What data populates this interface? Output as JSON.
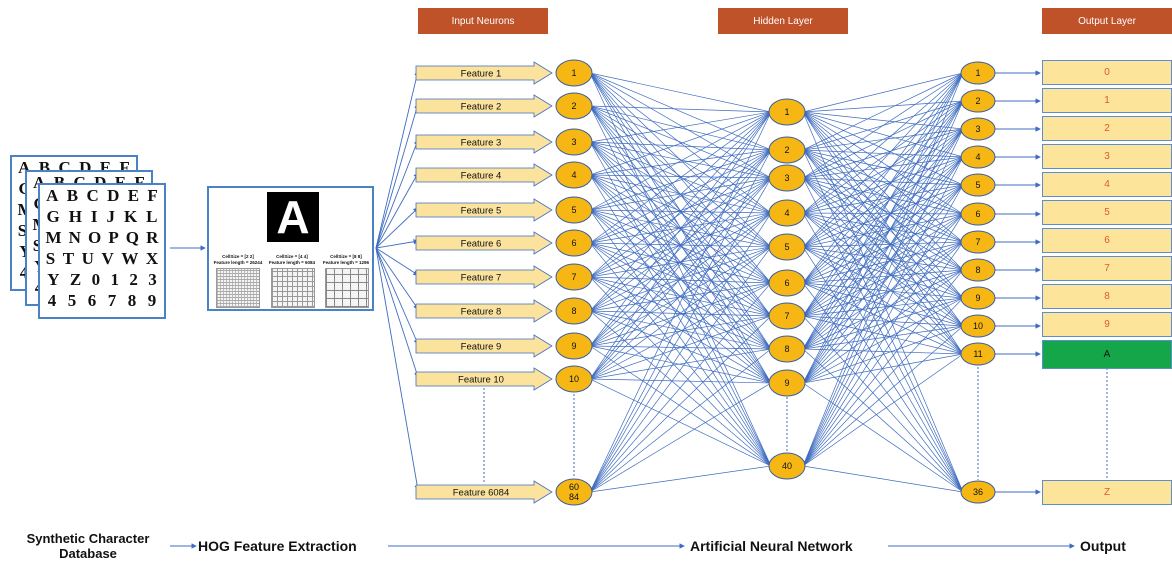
{
  "headers": {
    "input": "Input Neurons",
    "hidden": "Hidden Layer",
    "output": "Output Layer"
  },
  "database": {
    "rows": [
      [
        "A",
        "B",
        "C",
        "D",
        "E",
        "F"
      ],
      [
        "G",
        "H",
        "I",
        "J",
        "K",
        "L"
      ],
      [
        "M",
        "N",
        "O",
        "P",
        "Q",
        "R"
      ],
      [
        "S",
        "T",
        "U",
        "V",
        "W",
        "X"
      ],
      [
        "Y",
        "Z",
        "0",
        "1",
        "2",
        "3"
      ],
      [
        "4",
        "5",
        "6",
        "7",
        "8",
        "9"
      ]
    ]
  },
  "hog": {
    "letter": "A",
    "panels": [
      {
        "cellsize": "CellSize = [2 2]",
        "length": "Feature length = 26244"
      },
      {
        "cellsize": "CellSize = [4 4]",
        "length": "Feature length = 6084"
      },
      {
        "cellsize": "CellSize = [8 8]",
        "length": "Feature length = 1296"
      }
    ]
  },
  "features": [
    "Feature 1",
    "Feature 2",
    "Feature 3",
    "Feature 4",
    "Feature 5",
    "Feature 6",
    "Feature 7",
    "Feature 8",
    "Feature 9",
    "Feature 10",
    "Feature 6084"
  ],
  "input_nodes": [
    "1",
    "2",
    "3",
    "4",
    "5",
    "6",
    "7",
    "8",
    "9",
    "10",
    "60\n84"
  ],
  "hidden_nodes": [
    "1",
    "2",
    "3",
    "4",
    "5",
    "6",
    "7",
    "8",
    "9",
    "40"
  ],
  "output_nodes": [
    "1",
    "2",
    "3",
    "4",
    "5",
    "6",
    "7",
    "8",
    "9",
    "10",
    "11",
    "36"
  ],
  "output_labels": [
    "0",
    "1",
    "2",
    "3",
    "4",
    "5",
    "6",
    "7",
    "8",
    "9",
    "A",
    "Z"
  ],
  "active_output": "A",
  "pipeline": {
    "database": "Synthetic Character Database",
    "hog": "HOG Feature Extraction",
    "ann": "Artificial Neural Network",
    "output": "Output"
  },
  "colors": {
    "node_fill": "#f6b614",
    "node_stroke": "#3a5fa0",
    "link": "#3f6cc0",
    "feature_fill": "#fbe39e",
    "header_fill": "#c0522a",
    "active_fill": "#16a64a"
  }
}
